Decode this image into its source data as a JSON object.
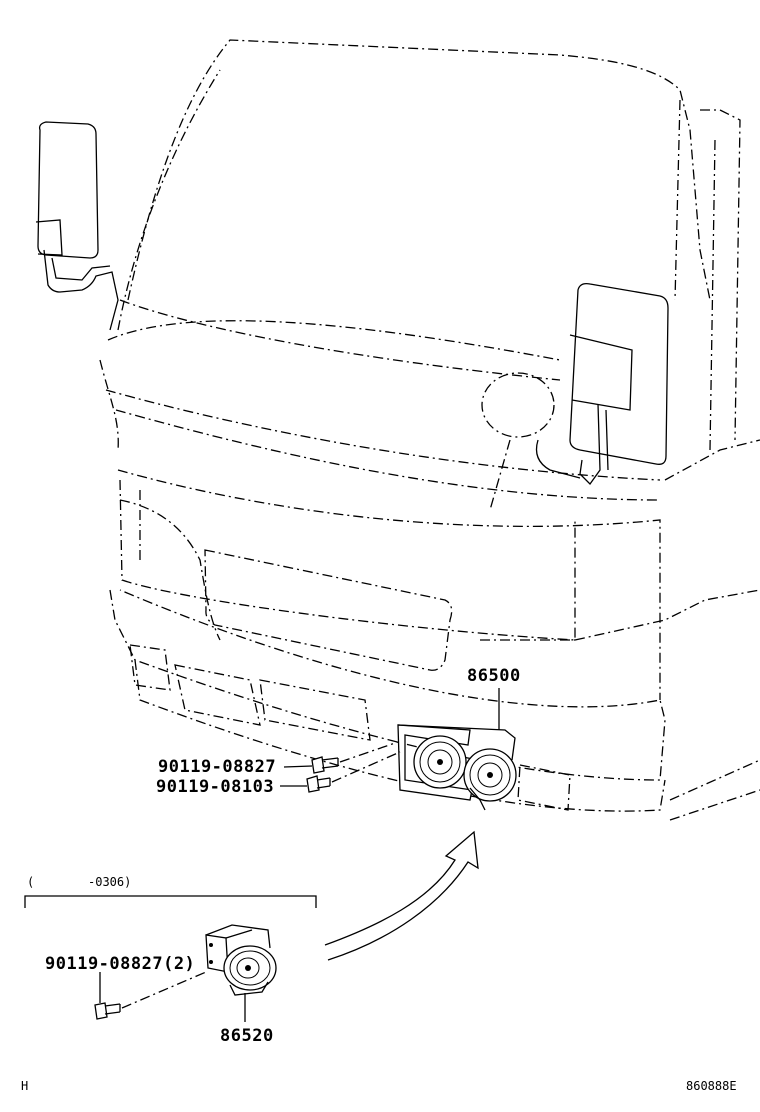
{
  "callouts": {
    "horn_assembly": "86500",
    "bolt_upper": "90119-08827",
    "bolt_lower": "90119-08103",
    "horn_single": "86520",
    "bolt_single": "90119-08827(2)"
  },
  "applicability": {
    "open": "(",
    "range": "-0306)"
  },
  "footer": {
    "left_code": "H",
    "figure_id": "860888E"
  }
}
